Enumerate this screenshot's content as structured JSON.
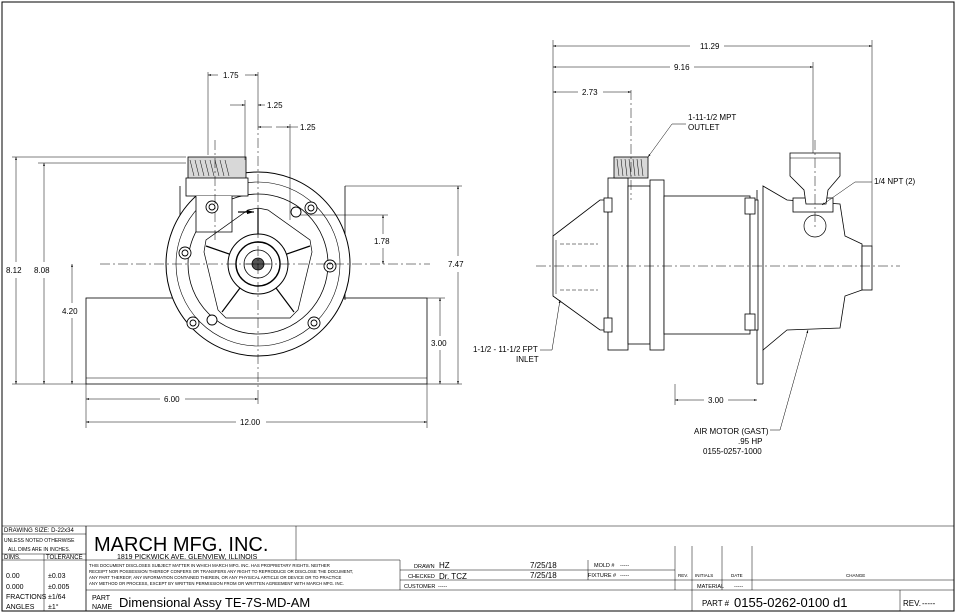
{
  "drawing": {
    "front_view": {
      "dims": {
        "d_175": "1.75",
        "d_125a": "1.25",
        "d_125b": "1.25",
        "d_812": "8.12",
        "d_808": "8.08",
        "d_420": "4.20",
        "d_178": "1.78",
        "d_747": "7.47",
        "d_300": "3.00",
        "d_600": "6.00",
        "d_1200": "12.00"
      }
    },
    "side_view": {
      "dims": {
        "d_1129": "11.29",
        "d_916": "9.16",
        "d_273": "2.73",
        "d_300": "3.00"
      },
      "labels": {
        "outlet_1": "1-11-1/2 MPT",
        "outlet_2": "OUTLET",
        "npt": "1/4 NPT (2)",
        "inlet_1": "1-1/2 - 11-1/2 FPT",
        "inlet_2": "INLET",
        "motor_1": "AIR MOTOR (GAST)",
        "motor_2": ".95 HP",
        "motor_3": "0155-0257-1000"
      }
    }
  },
  "title_block": {
    "drawing_size": "DRAWING SIZE: D-22x34",
    "unless_noted_1": "UNLESS NOTED OTHERWISE",
    "unless_noted_2": "ALL DIMS ARE IN INCHES.",
    "tol_header_dims": "DIMS.",
    "tol_header_tol": "TOLERANCE",
    "tolerances": [
      {
        "dim": "0.00",
        "tol": "±0.03"
      },
      {
        "dim": "0.000",
        "tol": "±0.005"
      },
      {
        "dim": "FRACTIONS",
        "tol": "±1/64"
      },
      {
        "dim": "ANGLES",
        "tol": "±1°"
      }
    ],
    "company": "MARCH MFG. INC.",
    "address": "1819 PICKWICK AVE. GLENVIEW, ILLINOIS",
    "proprietary": [
      "THIS DOCUMENT DISCLOSES SUBJECT MATTER IN WHICH MARCH MFG. INC. HAS PROPRIETARY RIGHTS. NEITHER",
      "RECEIPT NOR POSSESSION THEREOF CONFERS OR TRANSFERS ANY RIGHT TO REPRODUCE OR DISCLOSE THE DOCUMENT,",
      "ANY PART THEREOF, ANY INFORMATION CONTAINED THEREIN, OR ANY PHYSICAL ARTICLE OR DEVICE OR TO PRACTICE",
      "ANY METHOD OR PROCESS, EXCEPT BY WRITTEN PERMISSION FROM OR WRITTEN AGREEMENT WITH MARCH MFG. INC."
    ],
    "drawn_label": "DRAWN",
    "drawn_by": "HZ",
    "drawn_date": "7/25/18",
    "checked_label": "CHECKED",
    "checked_by": "Dr. TCZ",
    "checked_date": "7/25/18",
    "customer_label": "CUSTOMER",
    "customer_value": "-----",
    "mold_label": "MOLD #",
    "mold_value": "-----",
    "fixture_label": "FIXTURE #",
    "fixture_value": "-----",
    "rev_col": "REV.",
    "initials_col": "INITIALS",
    "date_col": "DATE",
    "change_col": "CHANGE",
    "material_label": "MATERIAL",
    "material_value": "-----",
    "part_name_label_1": "PART",
    "part_name_label_2": "NAME",
    "part_name": "Dimensional Assy TE-7S-MD-AM",
    "part_no_label": "PART #",
    "part_no": "0155-0262-0100 d1",
    "rev_label": "REV.",
    "rev_value": "-----"
  }
}
